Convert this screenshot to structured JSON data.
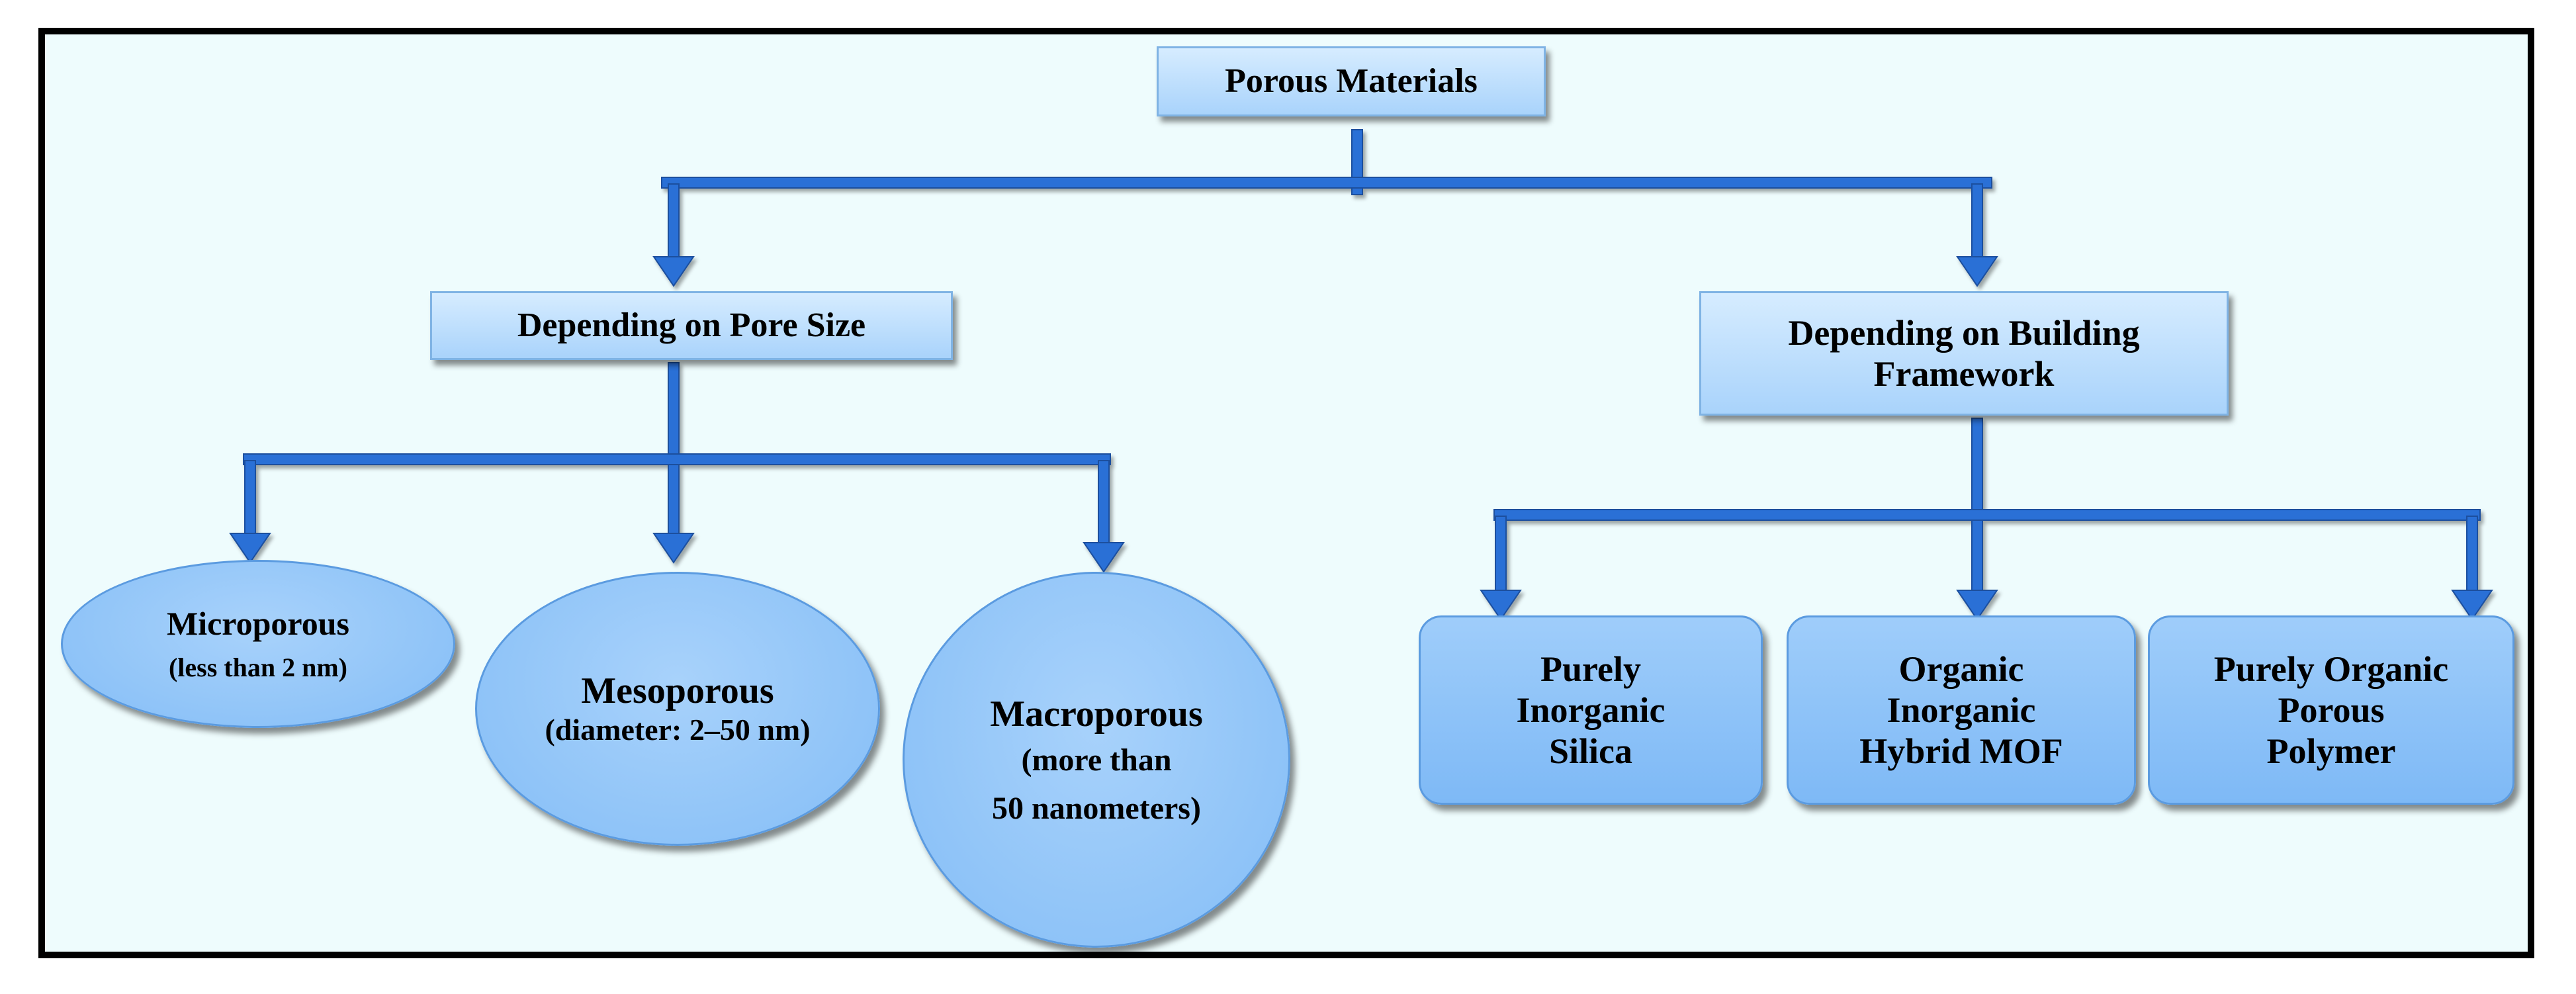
{
  "root": {
    "label": "Porous Materials"
  },
  "pore_size": {
    "label": "Depending on Pore Size",
    "children": [
      {
        "name": "Microporous",
        "detail": "(less than 2 nm)"
      },
      {
        "name": "Mesoporous",
        "detail": "(diameter: 2–50 nm)"
      },
      {
        "name": "Macroporous",
        "detail_line1": "(more than",
        "detail_line2": "50 nanometers)"
      }
    ]
  },
  "framework": {
    "label_line1": "Depending on Building",
    "label_line2": "Framework",
    "children": [
      {
        "line1": "Purely",
        "line2": "Inorganic",
        "line3": "Silica"
      },
      {
        "line1": "Organic",
        "line2": "Inorganic",
        "line3": "Hybrid MOF"
      },
      {
        "line1": "Purely Organic",
        "line2": "Porous",
        "line3": "Polymer"
      }
    ]
  },
  "colors": {
    "background": "#eefcfd",
    "connector": "#2a6fd6",
    "box_fill": "#a9d3fb",
    "node_fill": "#84bdf6"
  }
}
